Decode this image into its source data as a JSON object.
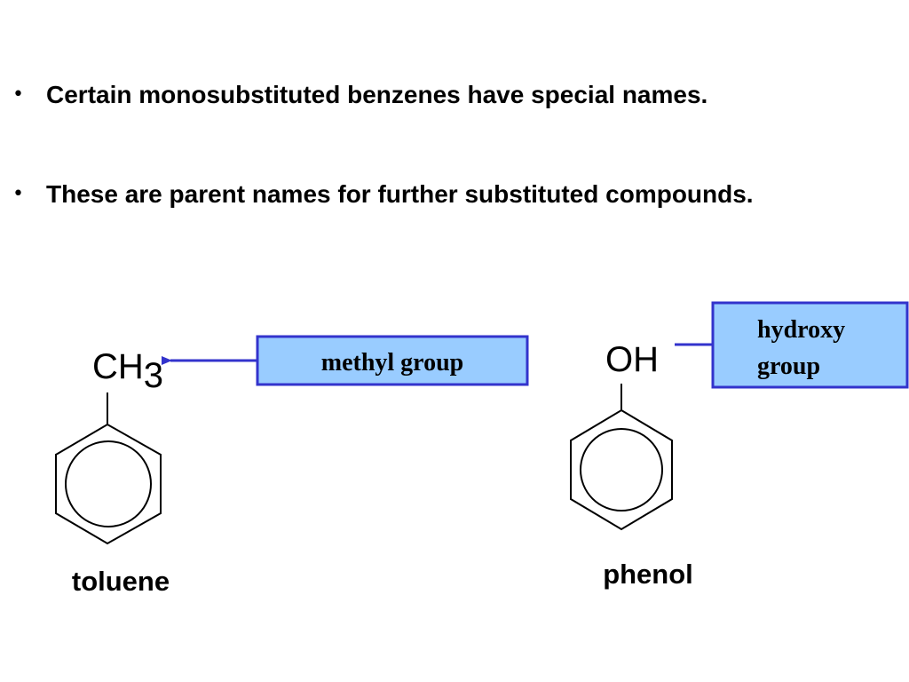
{
  "bullets": [
    "Certain monosubstituted benzenes have special names.",
    "These are parent names for further substituted compounds."
  ],
  "molecules": {
    "toluene": {
      "substituent_main": "CH",
      "substituent_subscript": "3",
      "annotation": "methyl group",
      "name": "toluene"
    },
    "phenol": {
      "substituent": "OH",
      "annotation_line1": "hydroxy",
      "annotation_line2": "group",
      "name": "phenol"
    }
  },
  "colors": {
    "annotation_box_fill": "#99CCFF",
    "annotation_box_border": "#3333CC",
    "arrow": "#3333CC",
    "text": "#000000",
    "background": "#FFFFFF"
  }
}
